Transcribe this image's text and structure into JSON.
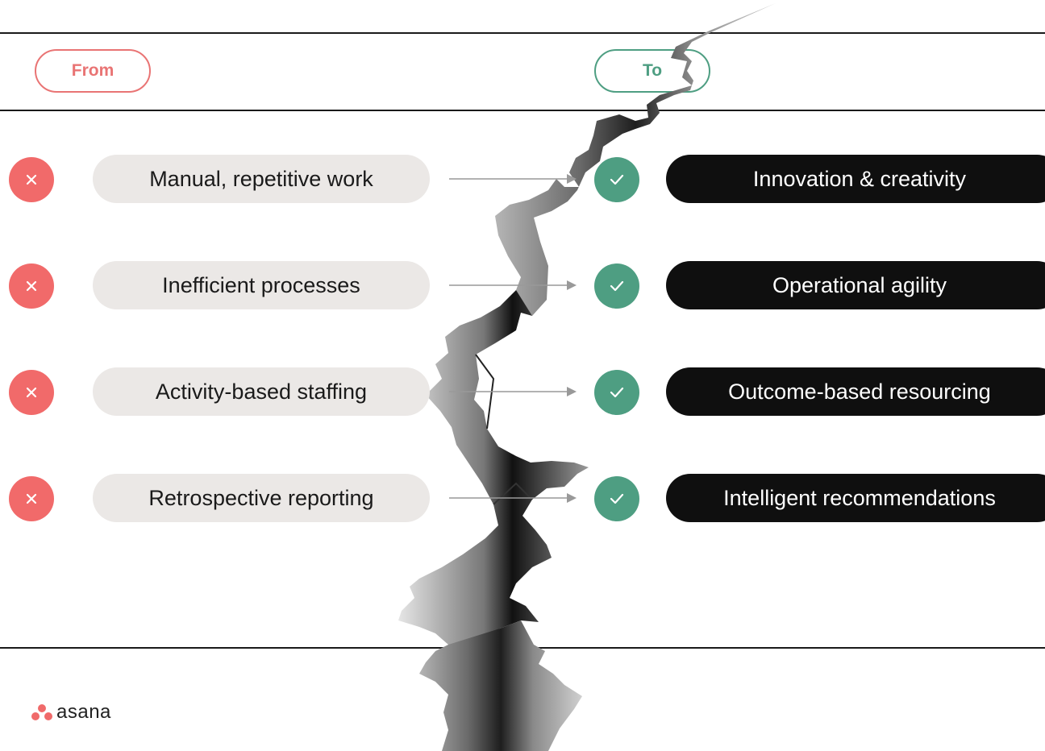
{
  "header": {
    "from_label": "From",
    "to_label": "To"
  },
  "rows": [
    {
      "from": "Manual, repetitive work",
      "to": "Innovation & creativity"
    },
    {
      "from": "Inefficient processes",
      "to": "Operational agility"
    },
    {
      "from": "Activity-based staffing",
      "to": "Outcome-based resourcing"
    },
    {
      "from": "Retrospective reporting",
      "to": "Intelligent recommendations"
    }
  ],
  "footer": {
    "logo_text": "asana"
  },
  "colors": {
    "from_accent": "#e97474",
    "to_accent": "#4e9e82",
    "x_icon_bg": "#f16a6a",
    "check_icon_bg": "#4e9e82",
    "from_box_bg": "#ebe8e6",
    "to_box_bg": "#0f0f0f",
    "logo_dots": "#f06a6a"
  },
  "icons": {
    "row_from": "x-icon",
    "row_to": "check-icon",
    "connector": "arrow-right-icon",
    "background": "crack-illustration"
  }
}
